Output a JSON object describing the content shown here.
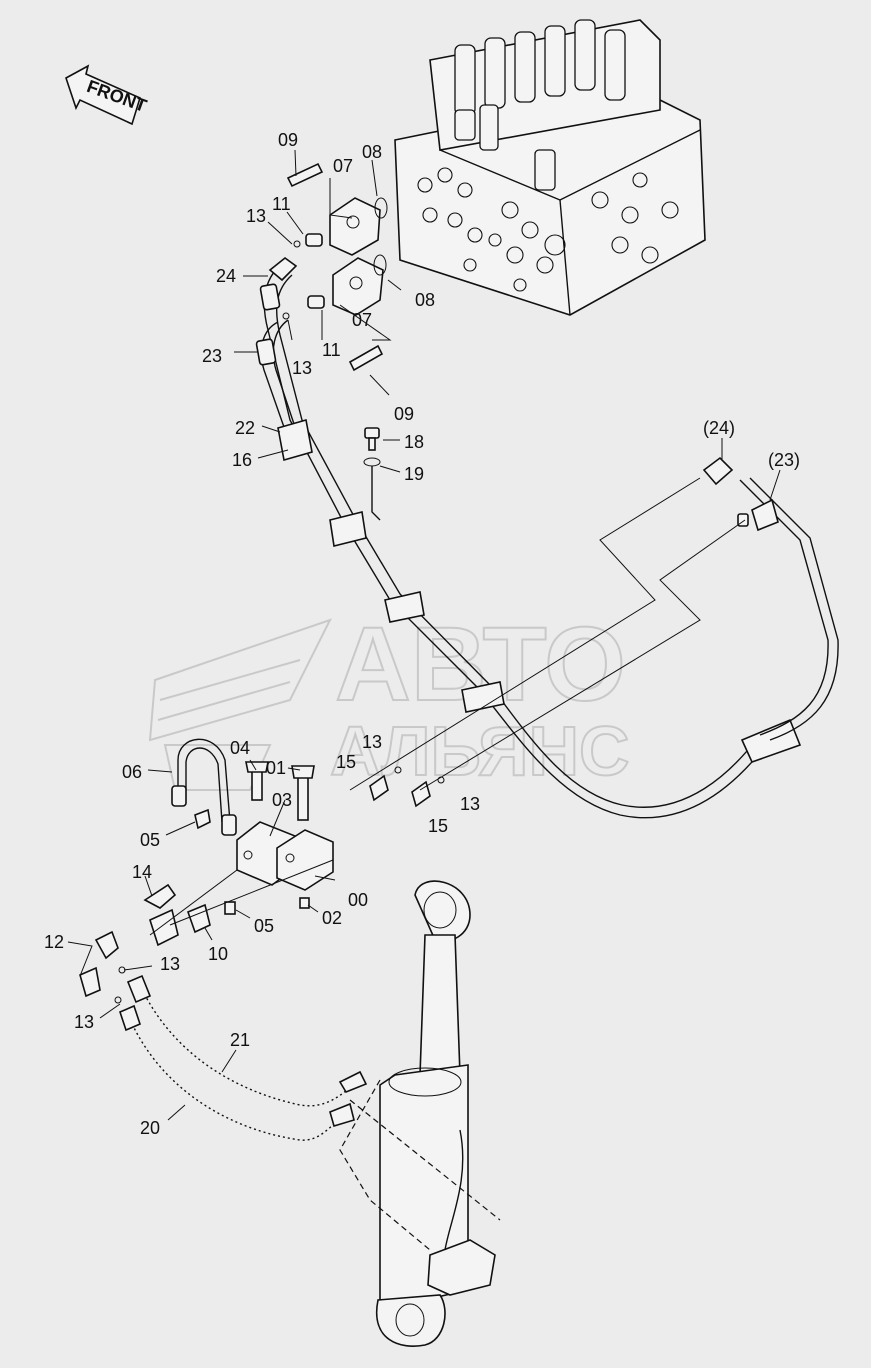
{
  "diagram": {
    "front_label": "FRONT",
    "watermark": {
      "line1": "АВТО",
      "line2": "АЛЬЯНС"
    },
    "callouts": [
      {
        "id": "c09a",
        "text": "09"
      },
      {
        "id": "c07a",
        "text": "07"
      },
      {
        "id": "c08a",
        "text": "08"
      },
      {
        "id": "c11a",
        "text": "11"
      },
      {
        "id": "c13a",
        "text": "13"
      },
      {
        "id": "c24",
        "text": "24"
      },
      {
        "id": "c08b",
        "text": "08"
      },
      {
        "id": "c07b",
        "text": "07"
      },
      {
        "id": "c11b",
        "text": "11"
      },
      {
        "id": "c23",
        "text": "23"
      },
      {
        "id": "c13b",
        "text": "13"
      },
      {
        "id": "c09b",
        "text": "09"
      },
      {
        "id": "c22",
        "text": "22"
      },
      {
        "id": "c16",
        "text": "16"
      },
      {
        "id": "c18",
        "text": "18"
      },
      {
        "id": "c19",
        "text": "19"
      },
      {
        "id": "c24r",
        "text": "(24)"
      },
      {
        "id": "c23r",
        "text": "(23)"
      },
      {
        "id": "c04",
        "text": "04"
      },
      {
        "id": "c13c",
        "text": "13"
      },
      {
        "id": "c06",
        "text": "06"
      },
      {
        "id": "c01",
        "text": "01"
      },
      {
        "id": "c15a",
        "text": "15"
      },
      {
        "id": "c03",
        "text": "03"
      },
      {
        "id": "c13d",
        "text": "13"
      },
      {
        "id": "c15b",
        "text": "15"
      },
      {
        "id": "c05a",
        "text": "05"
      },
      {
        "id": "c14",
        "text": "14"
      },
      {
        "id": "c00",
        "text": "00"
      },
      {
        "id": "c02",
        "text": "02"
      },
      {
        "id": "c05b",
        "text": "05"
      },
      {
        "id": "c10",
        "text": "10"
      },
      {
        "id": "c12",
        "text": "12"
      },
      {
        "id": "c13e",
        "text": "13"
      },
      {
        "id": "c13f",
        "text": "13"
      },
      {
        "id": "c21",
        "text": "21"
      },
      {
        "id": "c20",
        "text": "20"
      }
    ]
  }
}
